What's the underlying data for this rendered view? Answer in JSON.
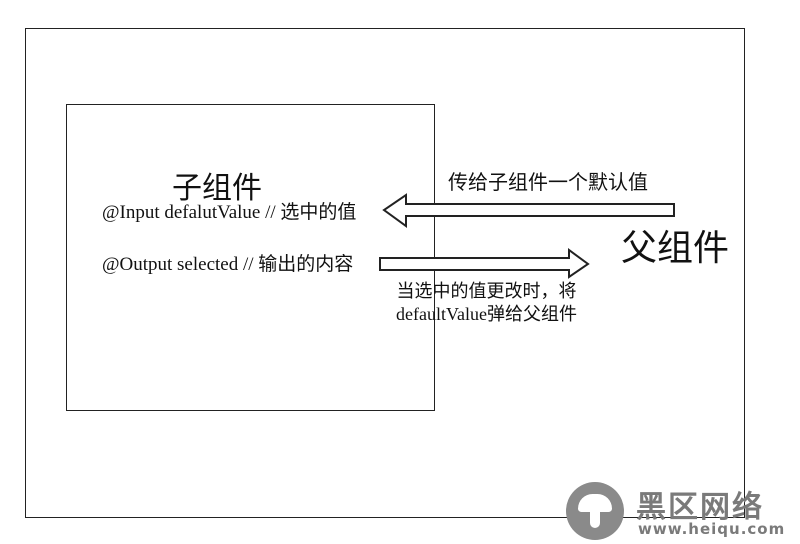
{
  "parent": {
    "title": "父组件"
  },
  "child": {
    "title": "子组件",
    "input_line": "@Input defalutValue // 选中的值",
    "output_line": "@Output selected // 输出的内容"
  },
  "arrows": {
    "to_child_label": "传给子组件一个默认值",
    "to_parent_label_line1": "当选中的值更改时，将",
    "to_parent_label_line2": "defaultValue弹给父组件"
  },
  "watermark": {
    "name": "黑区网络",
    "url": "www.heiqu.com"
  },
  "colors": {
    "line": "#222222",
    "watermark": "#7a7a7a"
  }
}
